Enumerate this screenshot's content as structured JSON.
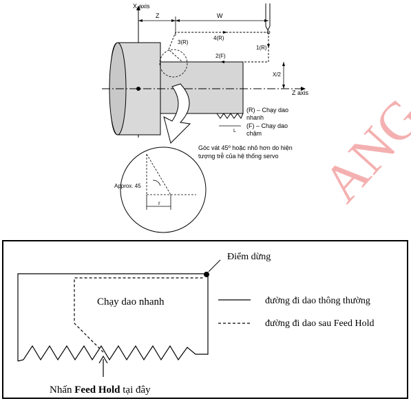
{
  "top_diagram": {
    "x_axis_label": "X axis",
    "z_axis_label": "Z axis",
    "z_label": "Z",
    "w_label": "W",
    "step_1": "1(R)",
    "step_2": "2(F)",
    "step_3": "3(R)",
    "step_4": "4(R)",
    "x_half_label": "X/2",
    "l_label": "L",
    "legend_r": "(R) – Chạy dao",
    "legend_r2": "nhanh",
    "legend_f": "(F) – Chạy dao",
    "legend_f2": "chậm",
    "note_line1": "Góc vát 45º hoặc nhỏ hơn do hiện",
    "note_line2": "tượng trễ của hệ thống servo",
    "approx_label": "Approx. 45",
    "r_label": "r"
  },
  "watermark": {
    "text": "ANG",
    "color": "#f2a0a0"
  },
  "bottom_panel": {
    "stop_point": "Điểm dừng",
    "rapid_label": "Chạy dao nhanh",
    "legend_solid": "đường đi dao thông thường",
    "legend_dashed": "đường đi dao sau Feed Hold",
    "press_prefix": "Nhấn ",
    "press_bold": "Feed Hold",
    "press_suffix": " tại đây",
    "border_color": "#000000"
  }
}
